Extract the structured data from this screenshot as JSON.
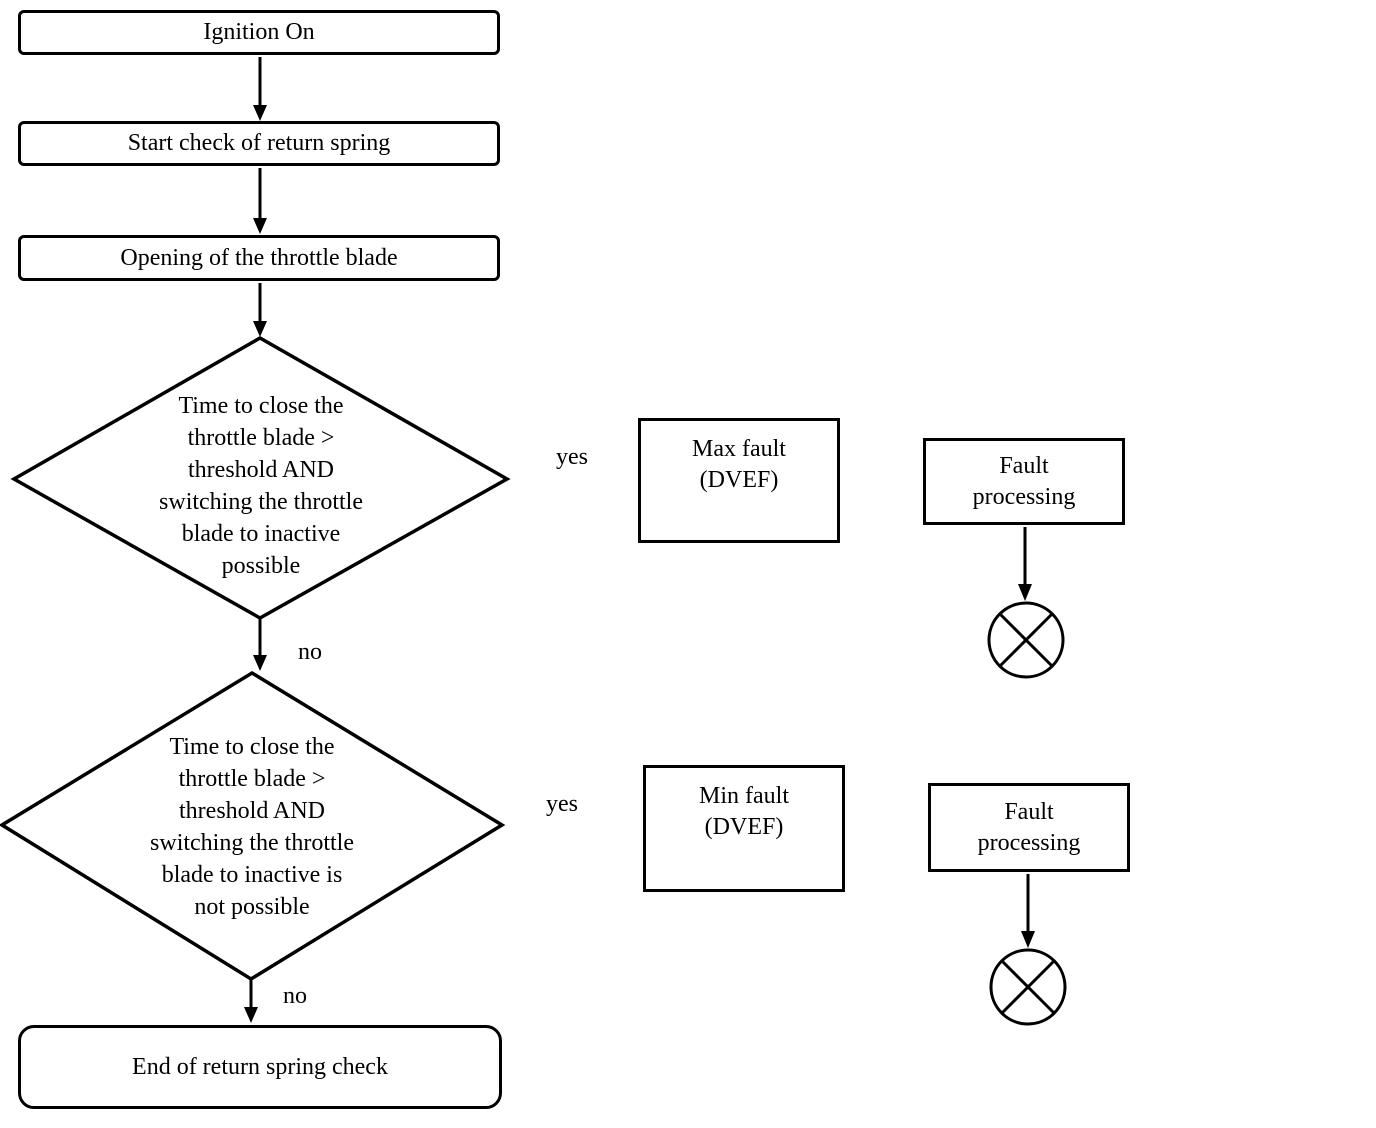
{
  "colors": {
    "line": "#000000",
    "shape_fill": "#ffffff",
    "background": "#ffffff"
  },
  "nodes": {
    "ignition": {
      "label": "Ignition On"
    },
    "start_check": {
      "label": "Start check of return spring"
    },
    "opening": {
      "label": "Opening of the throttle blade"
    },
    "decision1": {
      "lines": [
        "Time to close the",
        "throttle blade >",
        "threshold AND",
        "switching the throttle",
        "blade to inactive",
        "possible"
      ]
    },
    "max_fault": {
      "lines": [
        "Max fault",
        "(DVEF)"
      ]
    },
    "fault_processing1": {
      "lines": [
        "Fault",
        "processing"
      ]
    },
    "decision2": {
      "lines": [
        "Time to close the",
        "throttle blade >",
        "threshold AND",
        "switching the throttle",
        "blade to inactive is",
        "not possible"
      ]
    },
    "min_fault": {
      "lines": [
        "Min fault",
        "(DVEF)"
      ]
    },
    "fault_processing2": {
      "lines": [
        "Fault",
        "processing"
      ]
    },
    "end": {
      "label": "End of return spring check"
    }
  },
  "edge_labels": {
    "yes1": "yes",
    "no1": "no",
    "yes2": "yes",
    "no2": "no"
  }
}
